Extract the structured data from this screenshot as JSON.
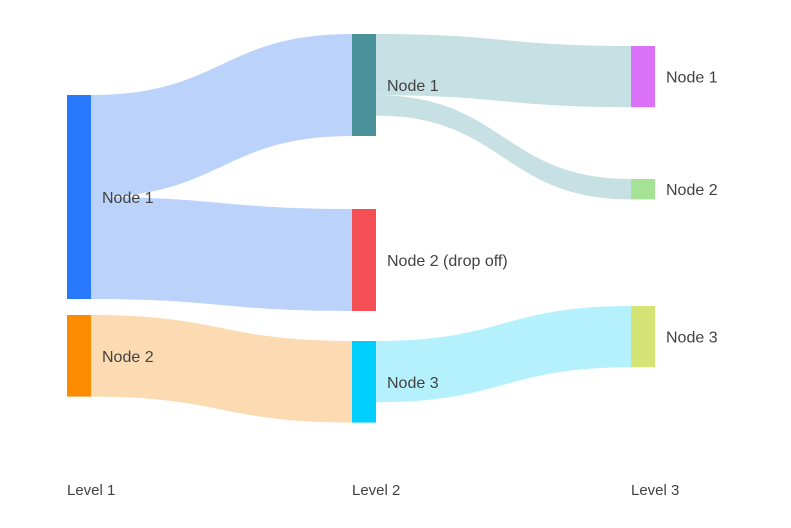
{
  "levels": [
    "Level 1",
    "Level 2",
    "Level 3"
  ],
  "nodes": [
    {
      "id": "l1n1",
      "level": 0,
      "label": "Node 1",
      "color": "#2979FF",
      "value": 10
    },
    {
      "id": "l1n2",
      "level": 0,
      "label": "Node 2",
      "color": "#FB8C00",
      "value": 4
    },
    {
      "id": "l2n1",
      "level": 1,
      "label": "Node 1",
      "color": "#4A919A",
      "value": 5
    },
    {
      "id": "l2n2",
      "level": 1,
      "label": "Node 2 (drop off)",
      "color": "#F44F54",
      "value": 5
    },
    {
      "id": "l2n3",
      "level": 1,
      "label": "Node 3",
      "color": "#00CFFD",
      "value": 4
    },
    {
      "id": "l3n1",
      "level": 2,
      "label": "Node 1",
      "color": "#DA71F6",
      "value": 3
    },
    {
      "id": "l3n2",
      "level": 2,
      "label": "Node 2",
      "color": "#A5E296",
      "value": 1
    },
    {
      "id": "l3n3",
      "level": 2,
      "label": "Node 3",
      "color": "#D4E475",
      "value": 3
    }
  ],
  "links": [
    {
      "source": "l1n1",
      "target": "l2n1",
      "value": 5,
      "color": "#BBD2FB"
    },
    {
      "source": "l1n1",
      "target": "l2n2",
      "value": 5,
      "color": "#BBD2FB"
    },
    {
      "source": "l1n2",
      "target": "l2n3",
      "value": 4,
      "color": "#FCDBB2"
    },
    {
      "source": "l2n1",
      "target": "l3n1",
      "value": 3,
      "color": "#C6E0E4"
    },
    {
      "source": "l2n1",
      "target": "l3n2",
      "value": 1,
      "color": "#C6E0E4"
    },
    {
      "source": "l2n3",
      "target": "l3n3",
      "value": 3,
      "color": "#B4F1FD"
    }
  ]
}
